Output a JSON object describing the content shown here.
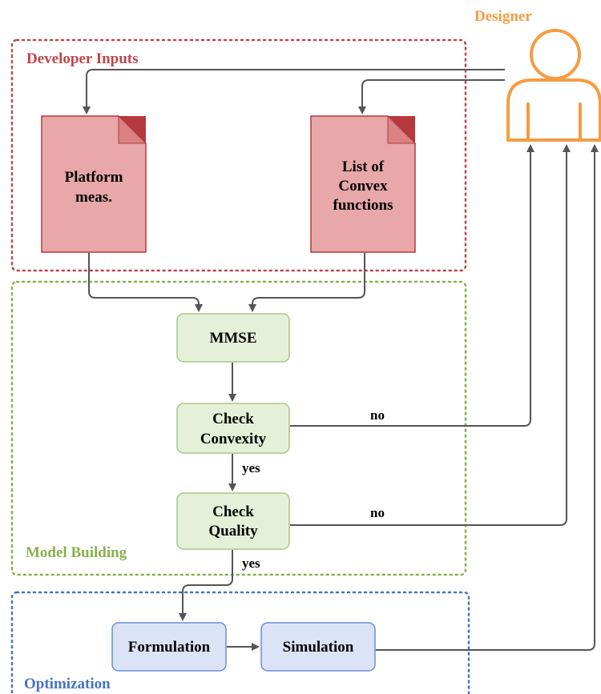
{
  "actor": {
    "label": "Designer",
    "color": "#f59c42"
  },
  "groups": {
    "developer_inputs": {
      "title": "Developer Inputs",
      "color": "#c0454a"
    },
    "model_building": {
      "title": "Model Building",
      "color": "#8ab04c"
    },
    "optimization": {
      "title": "Optimization",
      "color": "#4472c4"
    }
  },
  "documents": {
    "platform": {
      "lines": [
        "Platform",
        "meas."
      ]
    },
    "convex": {
      "lines": [
        "List of",
        "Convex",
        "functions"
      ]
    }
  },
  "nodes": {
    "mmse": {
      "label": "MMSE"
    },
    "check_convexity": {
      "lines": [
        "Check",
        "Convexity"
      ]
    },
    "check_quality": {
      "lines": [
        "Check",
        "Quality"
      ]
    },
    "formulation": {
      "label": "Formulation"
    },
    "simulation": {
      "label": "Simulation"
    }
  },
  "edge_labels": {
    "convexity_no": "no",
    "convexity_yes": "yes",
    "quality_no": "no",
    "quality_yes": "yes"
  },
  "colors": {
    "doc_fill": "#e8a7a8",
    "doc_stroke": "#b5393e",
    "doc_fold": "#b5393e",
    "green_fill": "#e6f0d8",
    "green_stroke": "#a8c58a",
    "blue_fill": "#dbe4f6",
    "blue_stroke": "#6b8dd6",
    "arrow": "#555555"
  }
}
